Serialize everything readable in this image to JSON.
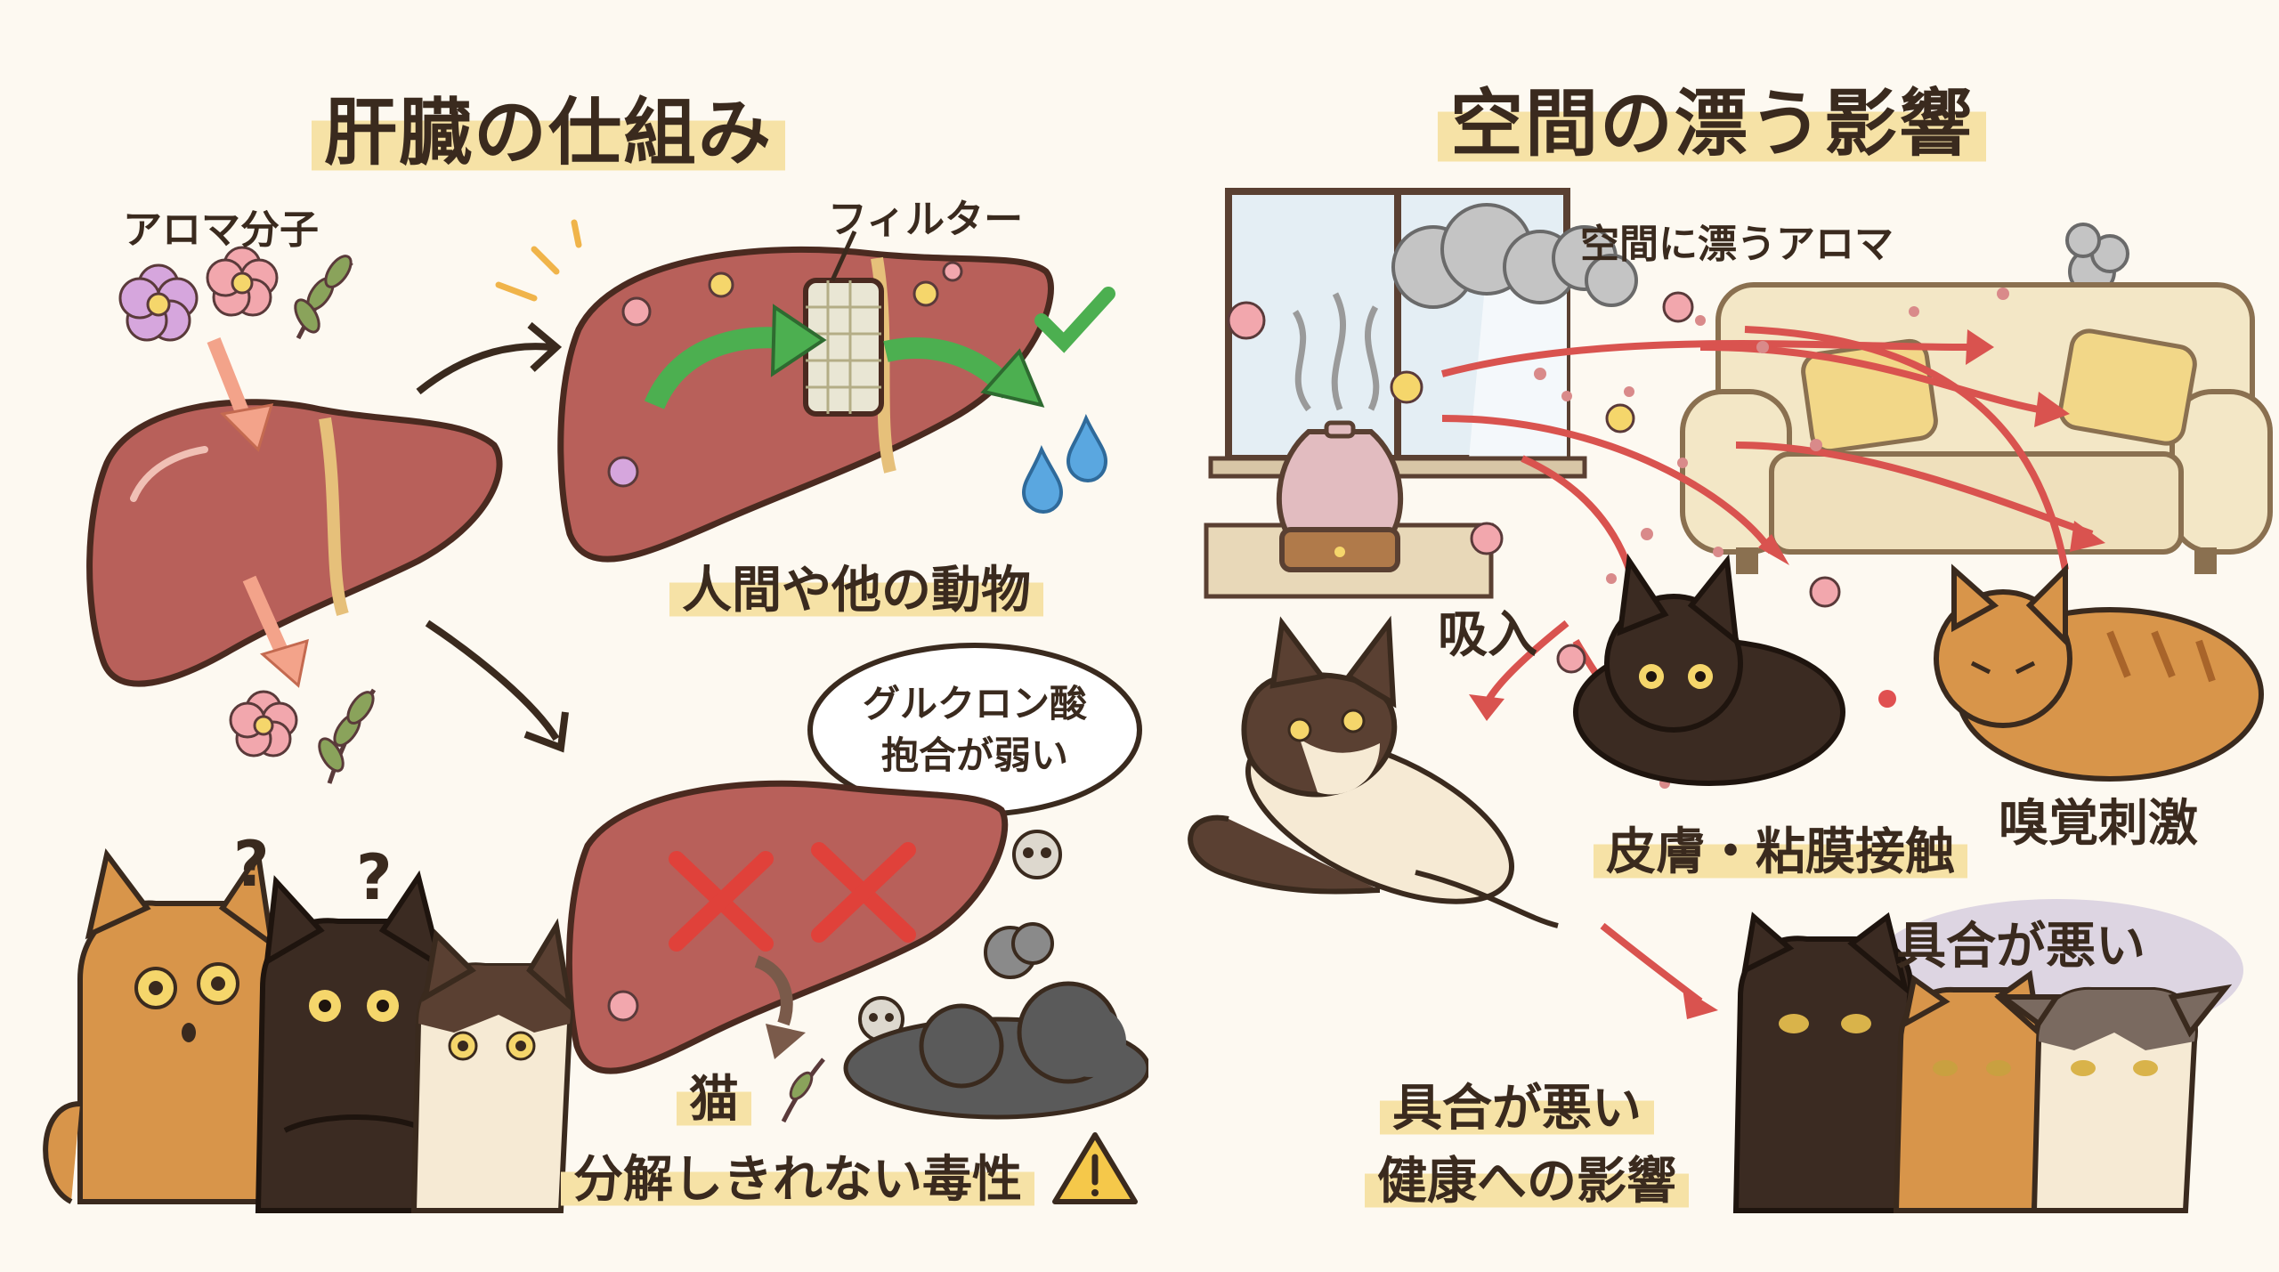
{
  "left": {
    "title": "肝臓の仕組み",
    "aroma_label": "アロマ分子",
    "filter_label": "フィルター",
    "humans_label": "人間や他の動物",
    "bubble_line1": "グルクロン酸",
    "bubble_line2": "抱合が弱い",
    "cat_label": "猫",
    "toxicity_label": "分解しきれない毒性",
    "question_mark": "?"
  },
  "right": {
    "title": "空間の漂う影響",
    "floating_label": "空間に漂うアロマ",
    "inhale_label": "吸入",
    "skin_label": "皮膚・粘膜接触",
    "smell_label": "嗅覚刺激",
    "unwell_top_label": "具合が悪い",
    "unwell_label": "具合が悪い",
    "health_label": "健康への影響"
  },
  "colors": {
    "background": "#fdf9f1",
    "highlight": "#f6e2a6",
    "liver": "#b8605a",
    "arrow_red": "#d9534f",
    "arrow_green": "#4caf50",
    "cross_red": "#e0413a",
    "water_blue": "#5aa7e0"
  }
}
